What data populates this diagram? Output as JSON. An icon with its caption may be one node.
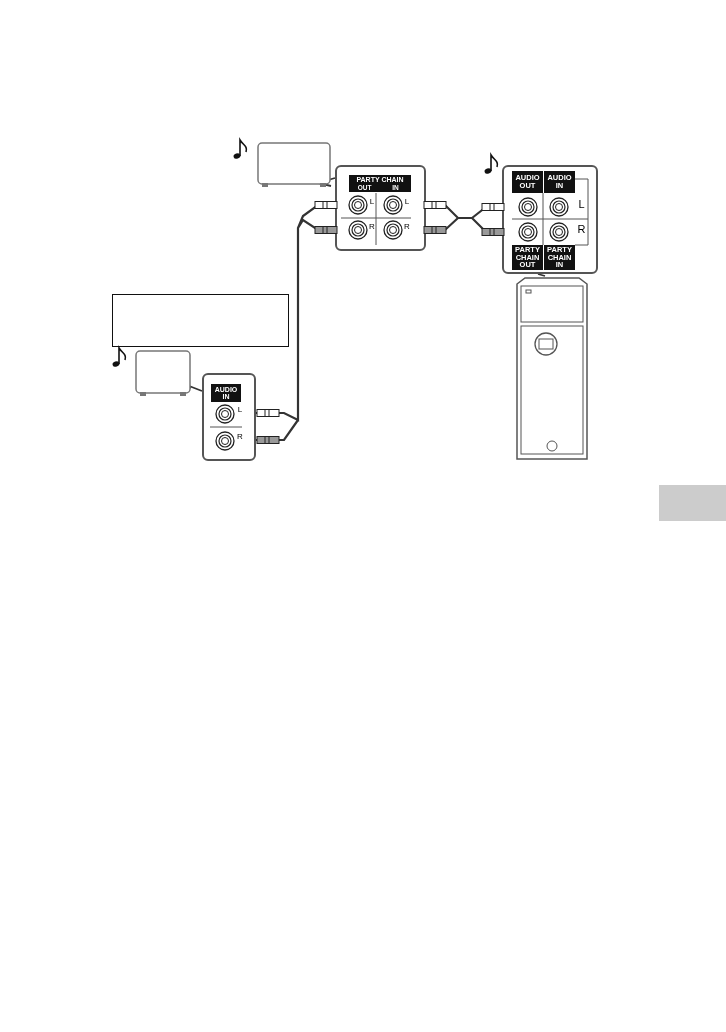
{
  "diagram": {
    "nodes": [
      {
        "text": [],
        "shape": "box"
      },
      {
        "text": [
          "PARTY CHAIN",
          "OUT",
          "IN",
          "L",
          "L",
          "R",
          "R"
        ]
      },
      {
        "text": [
          "AUDIO OUT",
          "AUDIO IN",
          "L",
          "R",
          "PARTY CHAIN OUT",
          "PARTY CHAIN IN"
        ]
      },
      {
        "text": [],
        "shape": "picture"
      },
      {
        "text": [],
        "shape": "box"
      },
      {
        "text": [
          "AUDIO IN",
          "L",
          "R"
        ]
      },
      {
        "text": [],
        "shape": "box"
      }
    ],
    "edges": [
      {
        "from": 1,
        "to": 0,
        "arrow": "none"
      },
      {
        "from": 2,
        "to": 3,
        "arrow": "none"
      },
      {
        "from": 5,
        "to": 4,
        "arrow": "none"
      },
      {
        "from": 1,
        "to": 5,
        "arrow": "none"
      },
      {
        "from": 1,
        "to": 2,
        "arrow": "none"
      }
    ]
  }
}
